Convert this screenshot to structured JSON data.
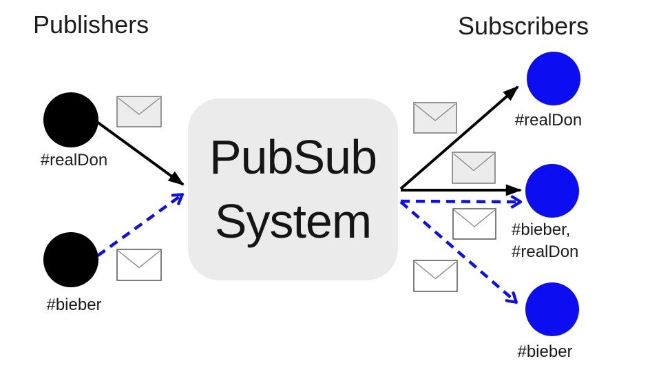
{
  "headings": {
    "publishers": "Publishers",
    "subscribers": "Subscribers"
  },
  "pubsub_box": {
    "line1": "PubSub",
    "line2": "System"
  },
  "publishers": [
    {
      "id": "realDon",
      "label": "#realDon"
    },
    {
      "id": "bieber",
      "label": "#bieber"
    }
  ],
  "subscribers": [
    {
      "id": "realDon",
      "labels": [
        "#realDon"
      ]
    },
    {
      "id": "bieber-realDon",
      "labels": [
        "#bieber,",
        "#realDon"
      ]
    },
    {
      "id": "bieber",
      "labels": [
        "#bieber"
      ]
    }
  ],
  "icons": {
    "envelope": "message-envelope"
  },
  "colors": {
    "publisher_node": "#000000",
    "subscriber_node": "#0d0df2",
    "realdon_flow": "#000000",
    "bieber_flow": "#0d0df2",
    "pubsub_box_fill": "#ebebeb",
    "envelope_fill_gray": "#ececec",
    "envelope_fill_white": "#ffffff"
  }
}
